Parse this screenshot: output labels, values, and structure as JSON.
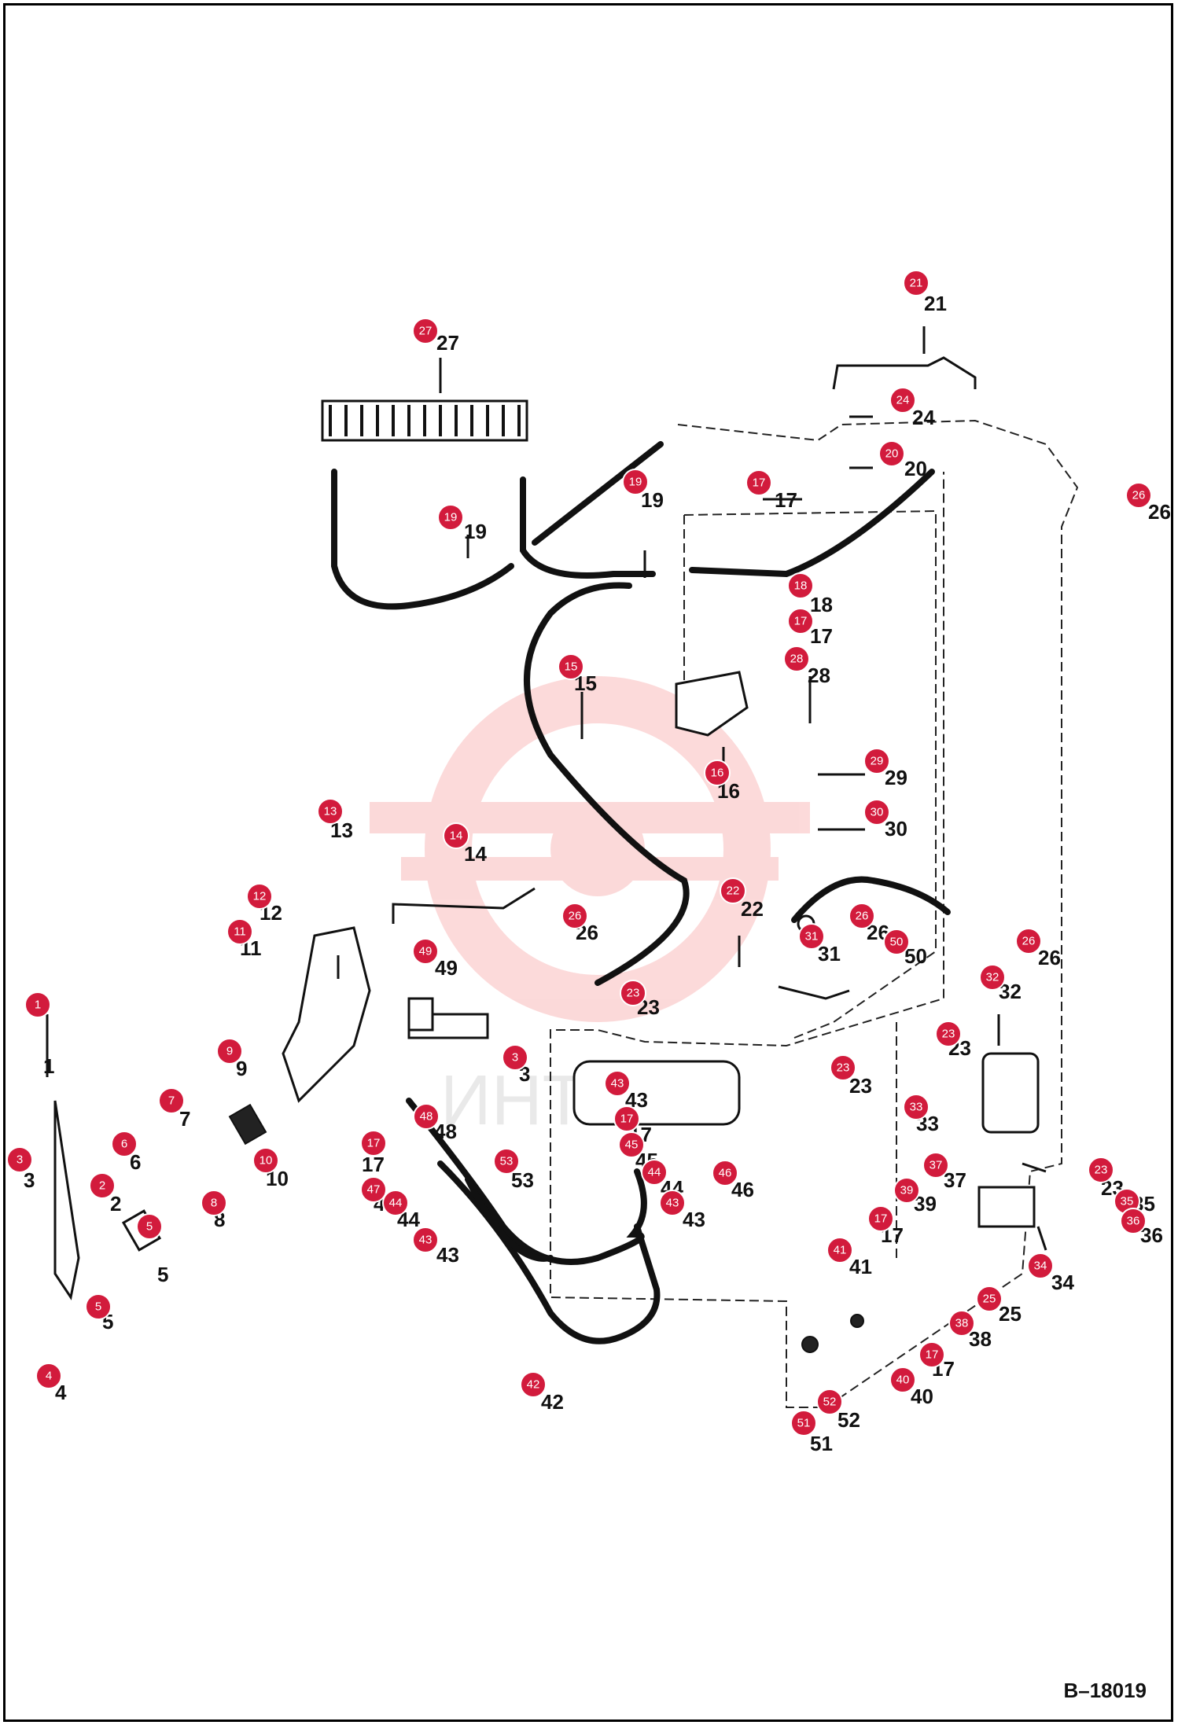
{
  "diagram_code": "B–18019",
  "watermark": "ИНТЕХ",
  "parts": [
    {
      "id": "p1",
      "label": "1"
    },
    {
      "id": "p2",
      "label": "2"
    },
    {
      "id": "p3a",
      "label": "3"
    },
    {
      "id": "p3b",
      "label": "3"
    },
    {
      "id": "p4",
      "label": "4"
    },
    {
      "id": "p5a",
      "label": "5"
    },
    {
      "id": "p5b",
      "label": "5"
    },
    {
      "id": "p6",
      "label": "6"
    },
    {
      "id": "p7",
      "label": "7"
    },
    {
      "id": "p8",
      "label": "8"
    },
    {
      "id": "p9",
      "label": "9"
    },
    {
      "id": "p10",
      "label": "10"
    },
    {
      "id": "p11",
      "label": "11"
    },
    {
      "id": "p12",
      "label": "12"
    },
    {
      "id": "p13",
      "label": "13"
    },
    {
      "id": "p14",
      "label": "14"
    },
    {
      "id": "p15",
      "label": "15"
    },
    {
      "id": "p16",
      "label": "16"
    },
    {
      "id": "p17a",
      "label": "17"
    },
    {
      "id": "p17b",
      "label": "17"
    },
    {
      "id": "p17c",
      "label": "17"
    },
    {
      "id": "p17d",
      "label": "17"
    },
    {
      "id": "p17e",
      "label": "17"
    },
    {
      "id": "p17f",
      "label": "17"
    },
    {
      "id": "p18",
      "label": "18"
    },
    {
      "id": "p19a",
      "label": "19"
    },
    {
      "id": "p19b",
      "label": "19"
    },
    {
      "id": "p20",
      "label": "20"
    },
    {
      "id": "p21",
      "label": "21"
    },
    {
      "id": "p22",
      "label": "22"
    },
    {
      "id": "p23a",
      "label": "23"
    },
    {
      "id": "p23b",
      "label": "23"
    },
    {
      "id": "p23c",
      "label": "23"
    },
    {
      "id": "p23d",
      "label": "23"
    },
    {
      "id": "p24",
      "label": "24"
    },
    {
      "id": "p25",
      "label": "25"
    },
    {
      "id": "p26a",
      "label": "26"
    },
    {
      "id": "p26b",
      "label": "26"
    },
    {
      "id": "p26c",
      "label": "26"
    },
    {
      "id": "p26d",
      "label": "26"
    },
    {
      "id": "p27",
      "label": "27"
    },
    {
      "id": "p28",
      "label": "28"
    },
    {
      "id": "p29",
      "label": "29"
    },
    {
      "id": "p30",
      "label": "30"
    },
    {
      "id": "p31",
      "label": "31"
    },
    {
      "id": "p32",
      "label": "32"
    },
    {
      "id": "p33",
      "label": "33"
    },
    {
      "id": "p34",
      "label": "34"
    },
    {
      "id": "p35",
      "label": "35"
    },
    {
      "id": "p36",
      "label": "36"
    },
    {
      "id": "p37",
      "label": "37"
    },
    {
      "id": "p38",
      "label": "38"
    },
    {
      "id": "p39",
      "label": "39"
    },
    {
      "id": "p40",
      "label": "40"
    },
    {
      "id": "p41",
      "label": "41"
    },
    {
      "id": "p42",
      "label": "42"
    },
    {
      "id": "p43a",
      "label": "43"
    },
    {
      "id": "p43b",
      "label": "43"
    },
    {
      "id": "p43c",
      "label": "43"
    },
    {
      "id": "p44a",
      "label": "44"
    },
    {
      "id": "p44b",
      "label": "44"
    },
    {
      "id": "p45",
      "label": "45"
    },
    {
      "id": "p46",
      "label": "46"
    },
    {
      "id": "p47",
      "label": "47"
    },
    {
      "id": "p48",
      "label": "48"
    },
    {
      "id": "p49",
      "label": "49"
    },
    {
      "id": "p50",
      "label": "50"
    },
    {
      "id": "p51",
      "label": "51"
    },
    {
      "id": "p52",
      "label": "52"
    },
    {
      "id": "p53",
      "label": "53"
    }
  ]
}
